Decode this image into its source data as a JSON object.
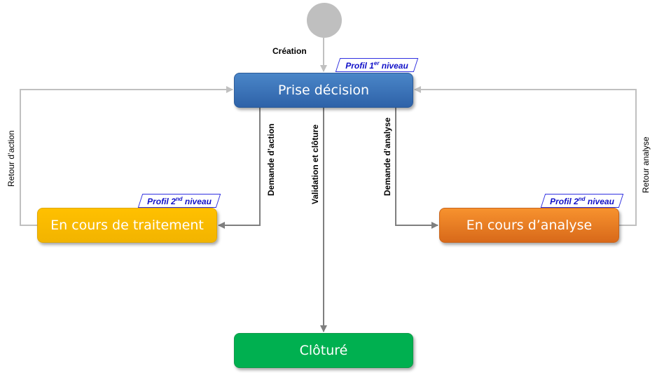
{
  "diagram": {
    "type": "state-workflow",
    "start_node": {
      "name": "initial-state"
    },
    "states": {
      "prise_decision": "Prise décision",
      "en_cours_traitement": "En cours de traitement",
      "en_cours_analyse": "En cours d’analyse",
      "cloture": "Clôturé"
    },
    "profiles": {
      "prise_decision": {
        "prefix": "Profil 1",
        "sup": "er",
        "suffix": " niveau"
      },
      "en_cours_traitement": {
        "prefix": "Profil 2",
        "sup": "nd",
        "suffix": " niveau"
      },
      "en_cours_analyse": {
        "prefix": "Profil 2",
        "sup": "nd",
        "suffix": " niveau"
      }
    },
    "transitions": {
      "creation": "Création",
      "demande_action": "Demande d’action",
      "validation_cloture": "Validation et clôture",
      "demande_analyse": "Demande d’analyse",
      "retour_action": "Retour d’action",
      "retour_analyse": "Retour analyse"
    },
    "colors": {
      "prise_decision": "#3a70b8",
      "en_cours_traitement": "#ffc000",
      "en_cours_analyse": "#ed7d31",
      "cloture": "#00b050",
      "start": "#bfbfbf",
      "profile_text": "#1010c8",
      "return_arrow": "#c0c0c0",
      "forward_arrow": "#808080"
    }
  }
}
